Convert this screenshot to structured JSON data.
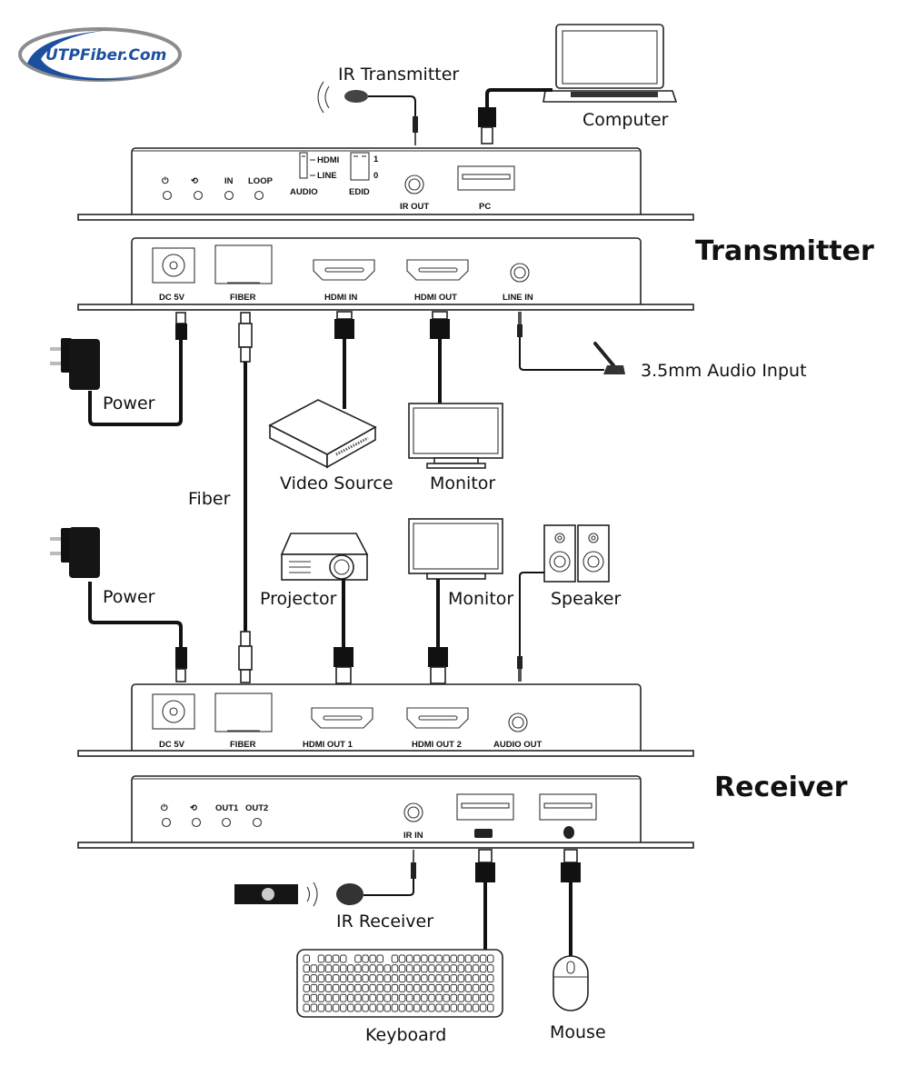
{
  "logo": {
    "text": "UTPFiber.Com",
    "brand_color": "#1b4fa0",
    "ring_color": "#8c8c8c"
  },
  "titles": {
    "transmitter": "Transmitter",
    "receiver": "Receiver"
  },
  "transmitter_front": {
    "leds": [
      {
        "label": "",
        "icon": "power-icon"
      },
      {
        "label": "",
        "icon": "link-icon"
      },
      {
        "label": "IN"
      },
      {
        "label": "LOOP"
      }
    ],
    "audio_switch": {
      "label": "AUDIO",
      "positions": [
        "HDMI",
        "LINE"
      ]
    },
    "edid_switch": {
      "label": "EDID",
      "positions": [
        "1",
        "0"
      ]
    },
    "ports": {
      "ir_out": "IR OUT",
      "pc": "PC"
    }
  },
  "transmitter_rear": {
    "ports": [
      "DC 5V",
      "FIBER",
      "HDMI IN",
      "HDMI OUT",
      "LINE IN"
    ]
  },
  "receiver_rear": {
    "ports": [
      "DC 5V",
      "FIBER",
      "HDMI OUT 1",
      "HDMI OUT 2",
      "AUDIO OUT"
    ]
  },
  "receiver_front": {
    "leds": [
      {
        "label": "",
        "icon": "power-icon"
      },
      {
        "label": "",
        "icon": "link-icon"
      },
      {
        "label": "OUT1"
      },
      {
        "label": "OUT2"
      }
    ],
    "ports": {
      "ir_in": "IR IN",
      "usb_keyboard_icon": "keyboard-icon",
      "usb_mouse_icon": "mouse-icon"
    }
  },
  "devices": {
    "ir_transmitter": "IR Transmitter",
    "computer": "Computer",
    "audio_input": "3.5mm Audio Input",
    "power_tx": "Power",
    "video_source": "Video Source",
    "monitor_tx": "Monitor",
    "fiber": "Fiber",
    "power_rx": "Power",
    "projector": "Projector",
    "monitor_rx": "Monitor",
    "speaker": "Speaker",
    "ir_receiver": "IR Receiver",
    "keyboard": "Keyboard",
    "mouse": "Mouse"
  }
}
